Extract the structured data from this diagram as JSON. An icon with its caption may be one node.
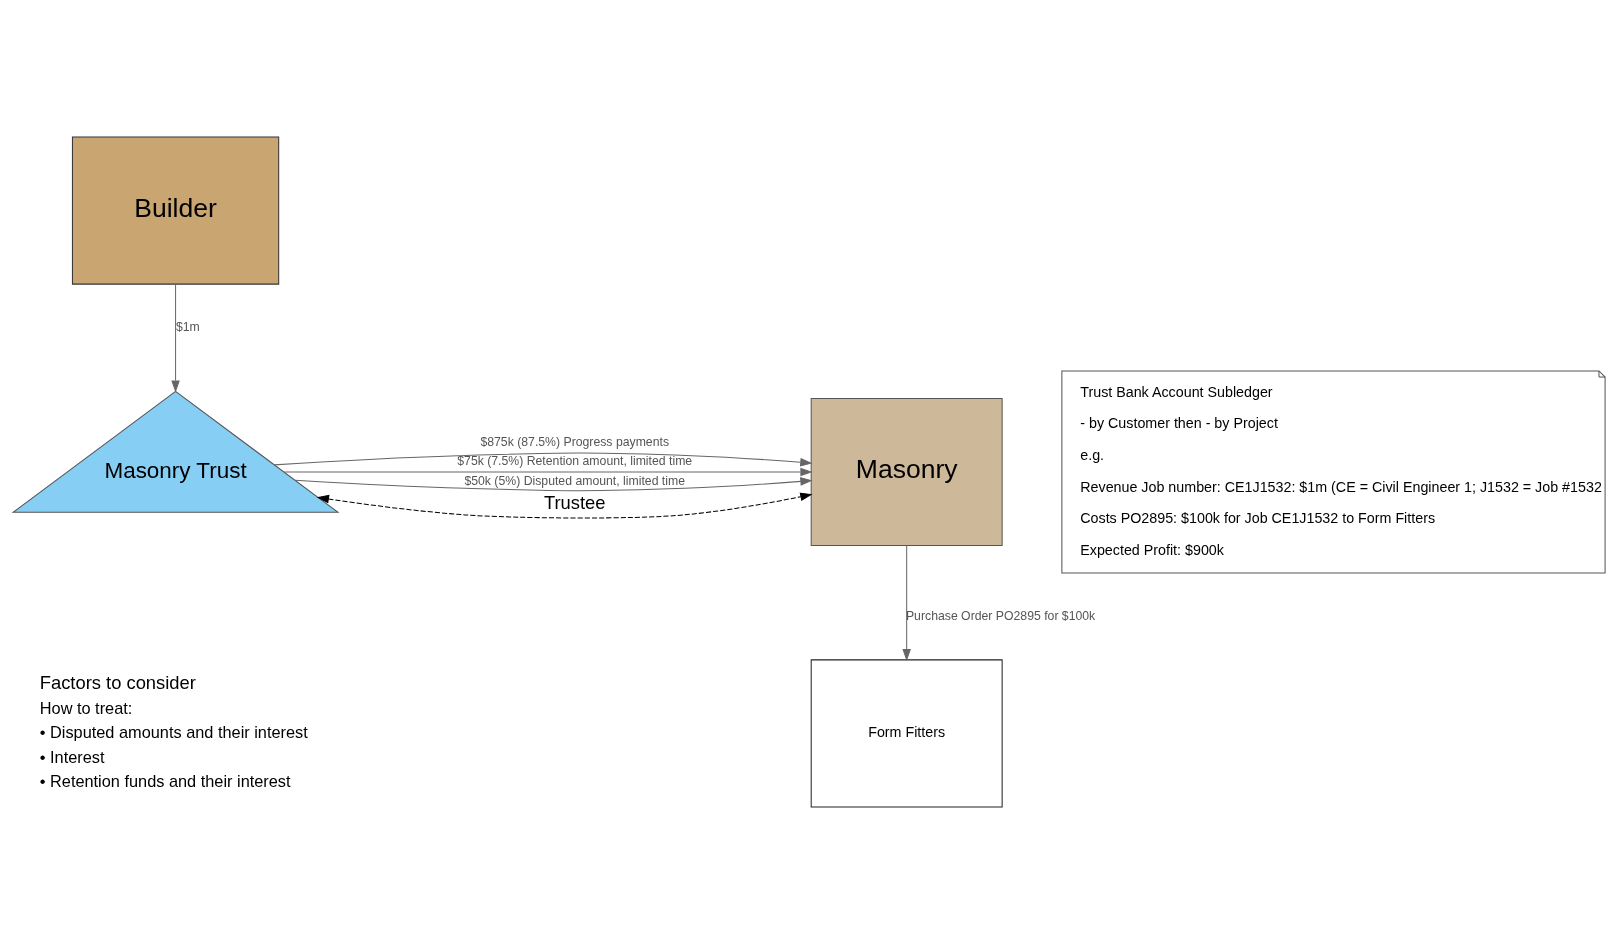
{
  "diagram": {
    "nodes": [
      {
        "text": [
          "Builder"
        ]
      },
      {
        "text": [
          "Masonry Trust"
        ]
      },
      {
        "text": [
          "Masonry"
        ]
      },
      {
        "text": [
          "Form Fitters"
        ]
      },
      {
        "text": [
          "Trust Bank Account Subledger",
          "- by Customer then - by Project",
          "e.g.",
          "Revenue Job number: CE1J1532: $1m (CE = Civil Engineer 1; J1532 = Job #1532",
          "Costs PO2895: $100k for Job CE1J1532 to Form Fitters",
          "Expected Profit: $900k"
        ]
      }
    ],
    "edges": [
      {
        "from": 0,
        "to": 1,
        "arrow": "to",
        "label": "$1m"
      },
      {
        "from": 1,
        "to": 2,
        "arrow": "both",
        "label": "Trustee",
        "style": "dashed",
        "color": "#000000"
      },
      {
        "from": 1,
        "to": 2,
        "arrow": "to",
        "label": "$875k (87.5%) Progress payments"
      },
      {
        "from": 1,
        "to": 2,
        "arrow": "to",
        "label": "$50k (5%) Disputed amount, limited time"
      },
      {
        "from": 1,
        "to": 2,
        "arrow": "to",
        "label": "$75k (7.5%) Retention amount, limited time"
      },
      {
        "from": 2,
        "to": 3,
        "arrow": "to",
        "label": "Purchase Order PO2895 for $100k"
      }
    ],
    "labels": [
      "Factors to consider",
      "How to treat:",
      "• Disputed amounts and their interest",
      "• Interest",
      "• Retention funds and their interest"
    ]
  }
}
